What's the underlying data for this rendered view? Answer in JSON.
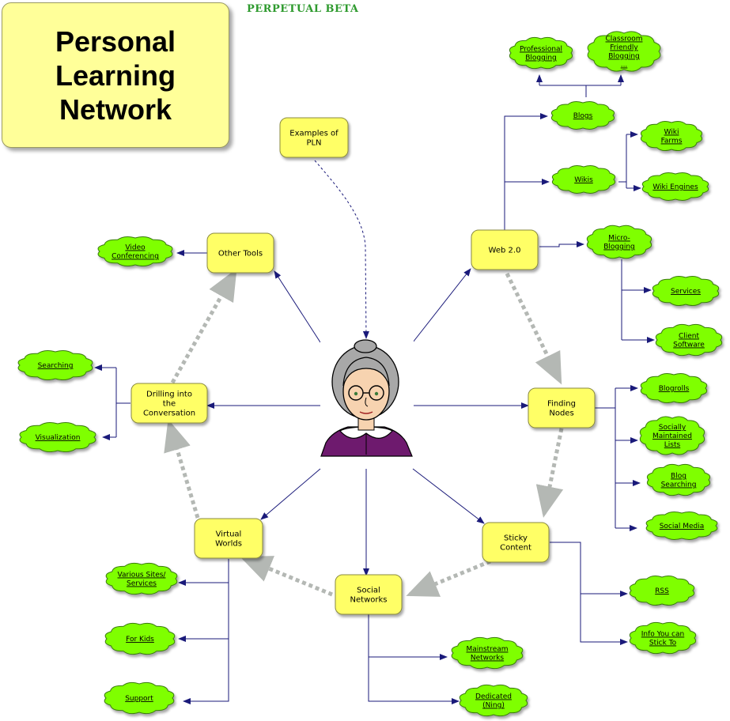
{
  "title": "Personal\nLearning\nNetwork",
  "watermark": "PERPETUAL BETA",
  "colors": {
    "topic_fill": "#ffff66",
    "leaf_fill": "#7fff00",
    "connector": "#1a1a7a",
    "flow_arrow": "#b4b8b4"
  },
  "center_icon": "grandmother-avatar-icon",
  "topics": {
    "examples": "Examples of\nPLN",
    "web20": "Web 2.0",
    "finding": "Finding\nNodes",
    "sticky": "Sticky\nContent",
    "social": "Social\nNetworks",
    "virtual": "Virtual\nWorlds",
    "drilling": "Drilling into\nthe\nConversation",
    "other": "Other Tools"
  },
  "leaves": {
    "pro_blogging": "Professional\nBlogging",
    "classroom_blogging": "Classroom\nFriendly\nBlogging\n...",
    "blogs": "Blogs",
    "wikis": "Wikis",
    "wiki_farms": "Wiki\nFarms",
    "wiki_engines": "Wiki Engines",
    "microblogging": "Micro-\nBlogging",
    "services": "Services",
    "client_software": "Client\nSoftware",
    "blogrolls": "Blogrolls",
    "socially_lists": "Socially\nMaintained\nLists",
    "blog_searching": "Blog\nSearching",
    "social_media": "Social Media",
    "rss": "RSS",
    "info_stick": "Info You can\nStick To",
    "mainstream": "Mainstream\nNetworks",
    "dedicated": "Dedicated\n(Ning)",
    "various_sites": "Various Sites/\nServices",
    "for_kids": "For Kids",
    "support": "Support",
    "searching": "Searching",
    "visualization": "Visualization",
    "video_conf": "Video\nConferencing"
  }
}
